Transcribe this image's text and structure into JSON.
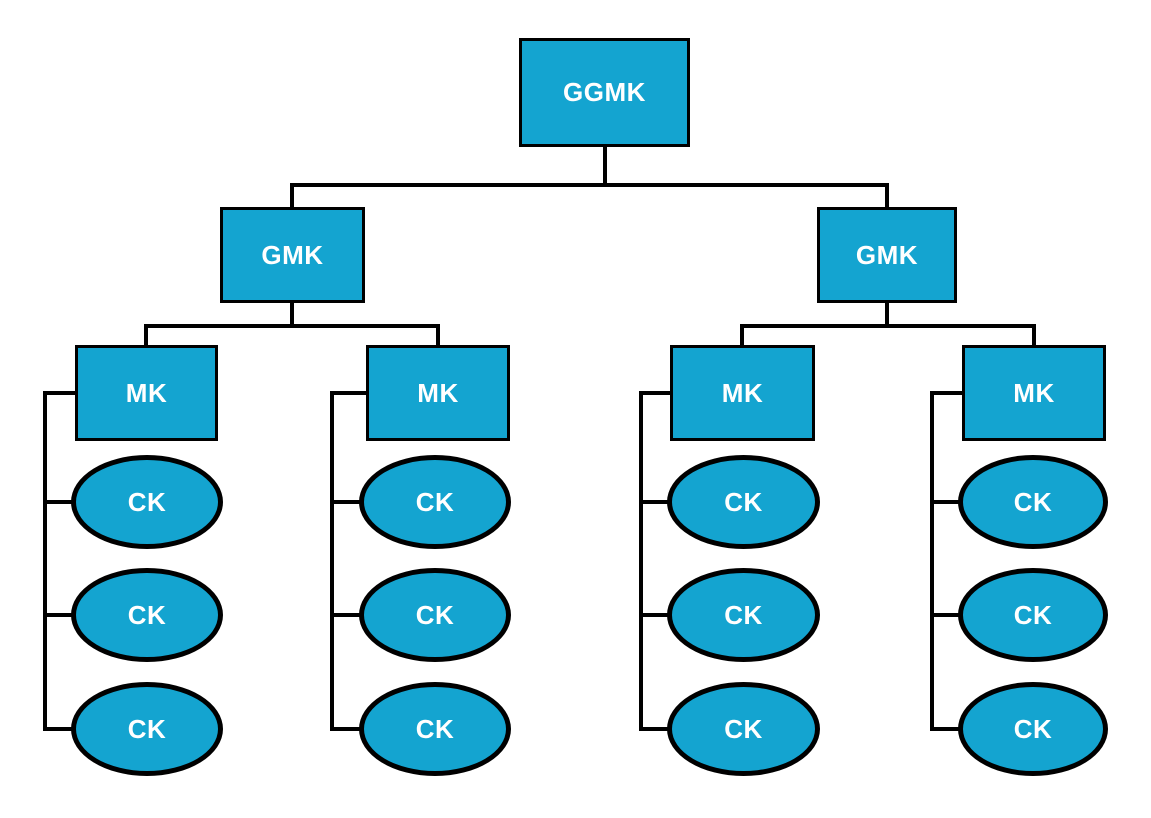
{
  "colors": {
    "node_fill": "#14A4D0",
    "node_border": "#000000",
    "connector": "#000000",
    "label_text": "#FFFFFF",
    "background": "#FFFFFF"
  },
  "tree": {
    "label": "GGMK",
    "shape": "rectangle",
    "children": [
      {
        "label": "GMK",
        "shape": "rectangle",
        "children": [
          {
            "label": "MK",
            "shape": "rectangle",
            "children": [
              {
                "label": "CK",
                "shape": "ellipse"
              },
              {
                "label": "CK",
                "shape": "ellipse"
              },
              {
                "label": "CK",
                "shape": "ellipse"
              }
            ]
          },
          {
            "label": "MK",
            "shape": "rectangle",
            "children": [
              {
                "label": "CK",
                "shape": "ellipse"
              },
              {
                "label": "CK",
                "shape": "ellipse"
              },
              {
                "label": "CK",
                "shape": "ellipse"
              }
            ]
          }
        ]
      },
      {
        "label": "GMK",
        "shape": "rectangle",
        "children": [
          {
            "label": "MK",
            "shape": "rectangle",
            "children": [
              {
                "label": "CK",
                "shape": "ellipse"
              },
              {
                "label": "CK",
                "shape": "ellipse"
              },
              {
                "label": "CK",
                "shape": "ellipse"
              }
            ]
          },
          {
            "label": "MK",
            "shape": "rectangle",
            "children": [
              {
                "label": "CK",
                "shape": "ellipse"
              },
              {
                "label": "CK",
                "shape": "ellipse"
              },
              {
                "label": "CK",
                "shape": "ellipse"
              }
            ]
          }
        ]
      }
    ]
  }
}
